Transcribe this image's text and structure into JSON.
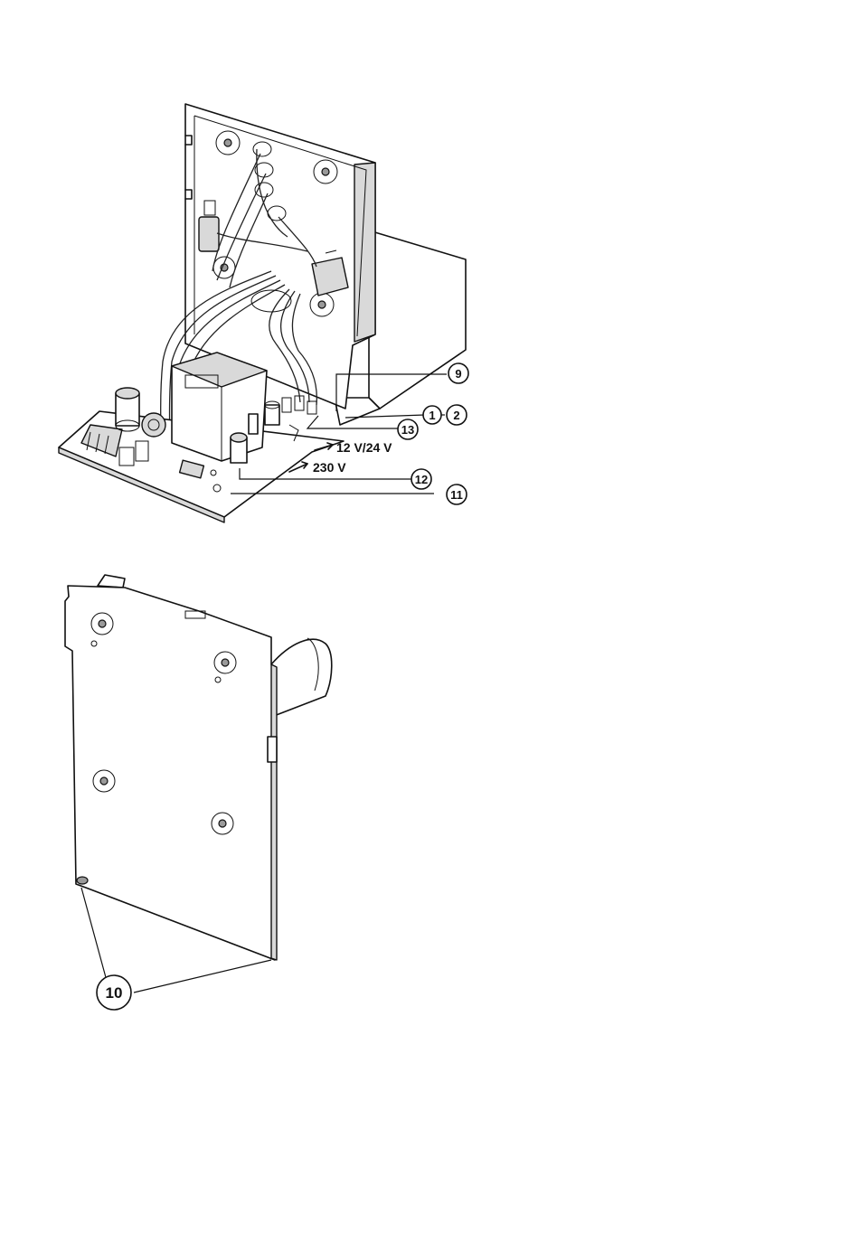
{
  "callouts": {
    "c9": "9",
    "c1": "1",
    "c2": "2",
    "c13": "13",
    "c12": "12",
    "c11": "11",
    "c10": "10"
  },
  "voltage_labels": {
    "low": "12 V/24 V",
    "mains": "230 V"
  }
}
